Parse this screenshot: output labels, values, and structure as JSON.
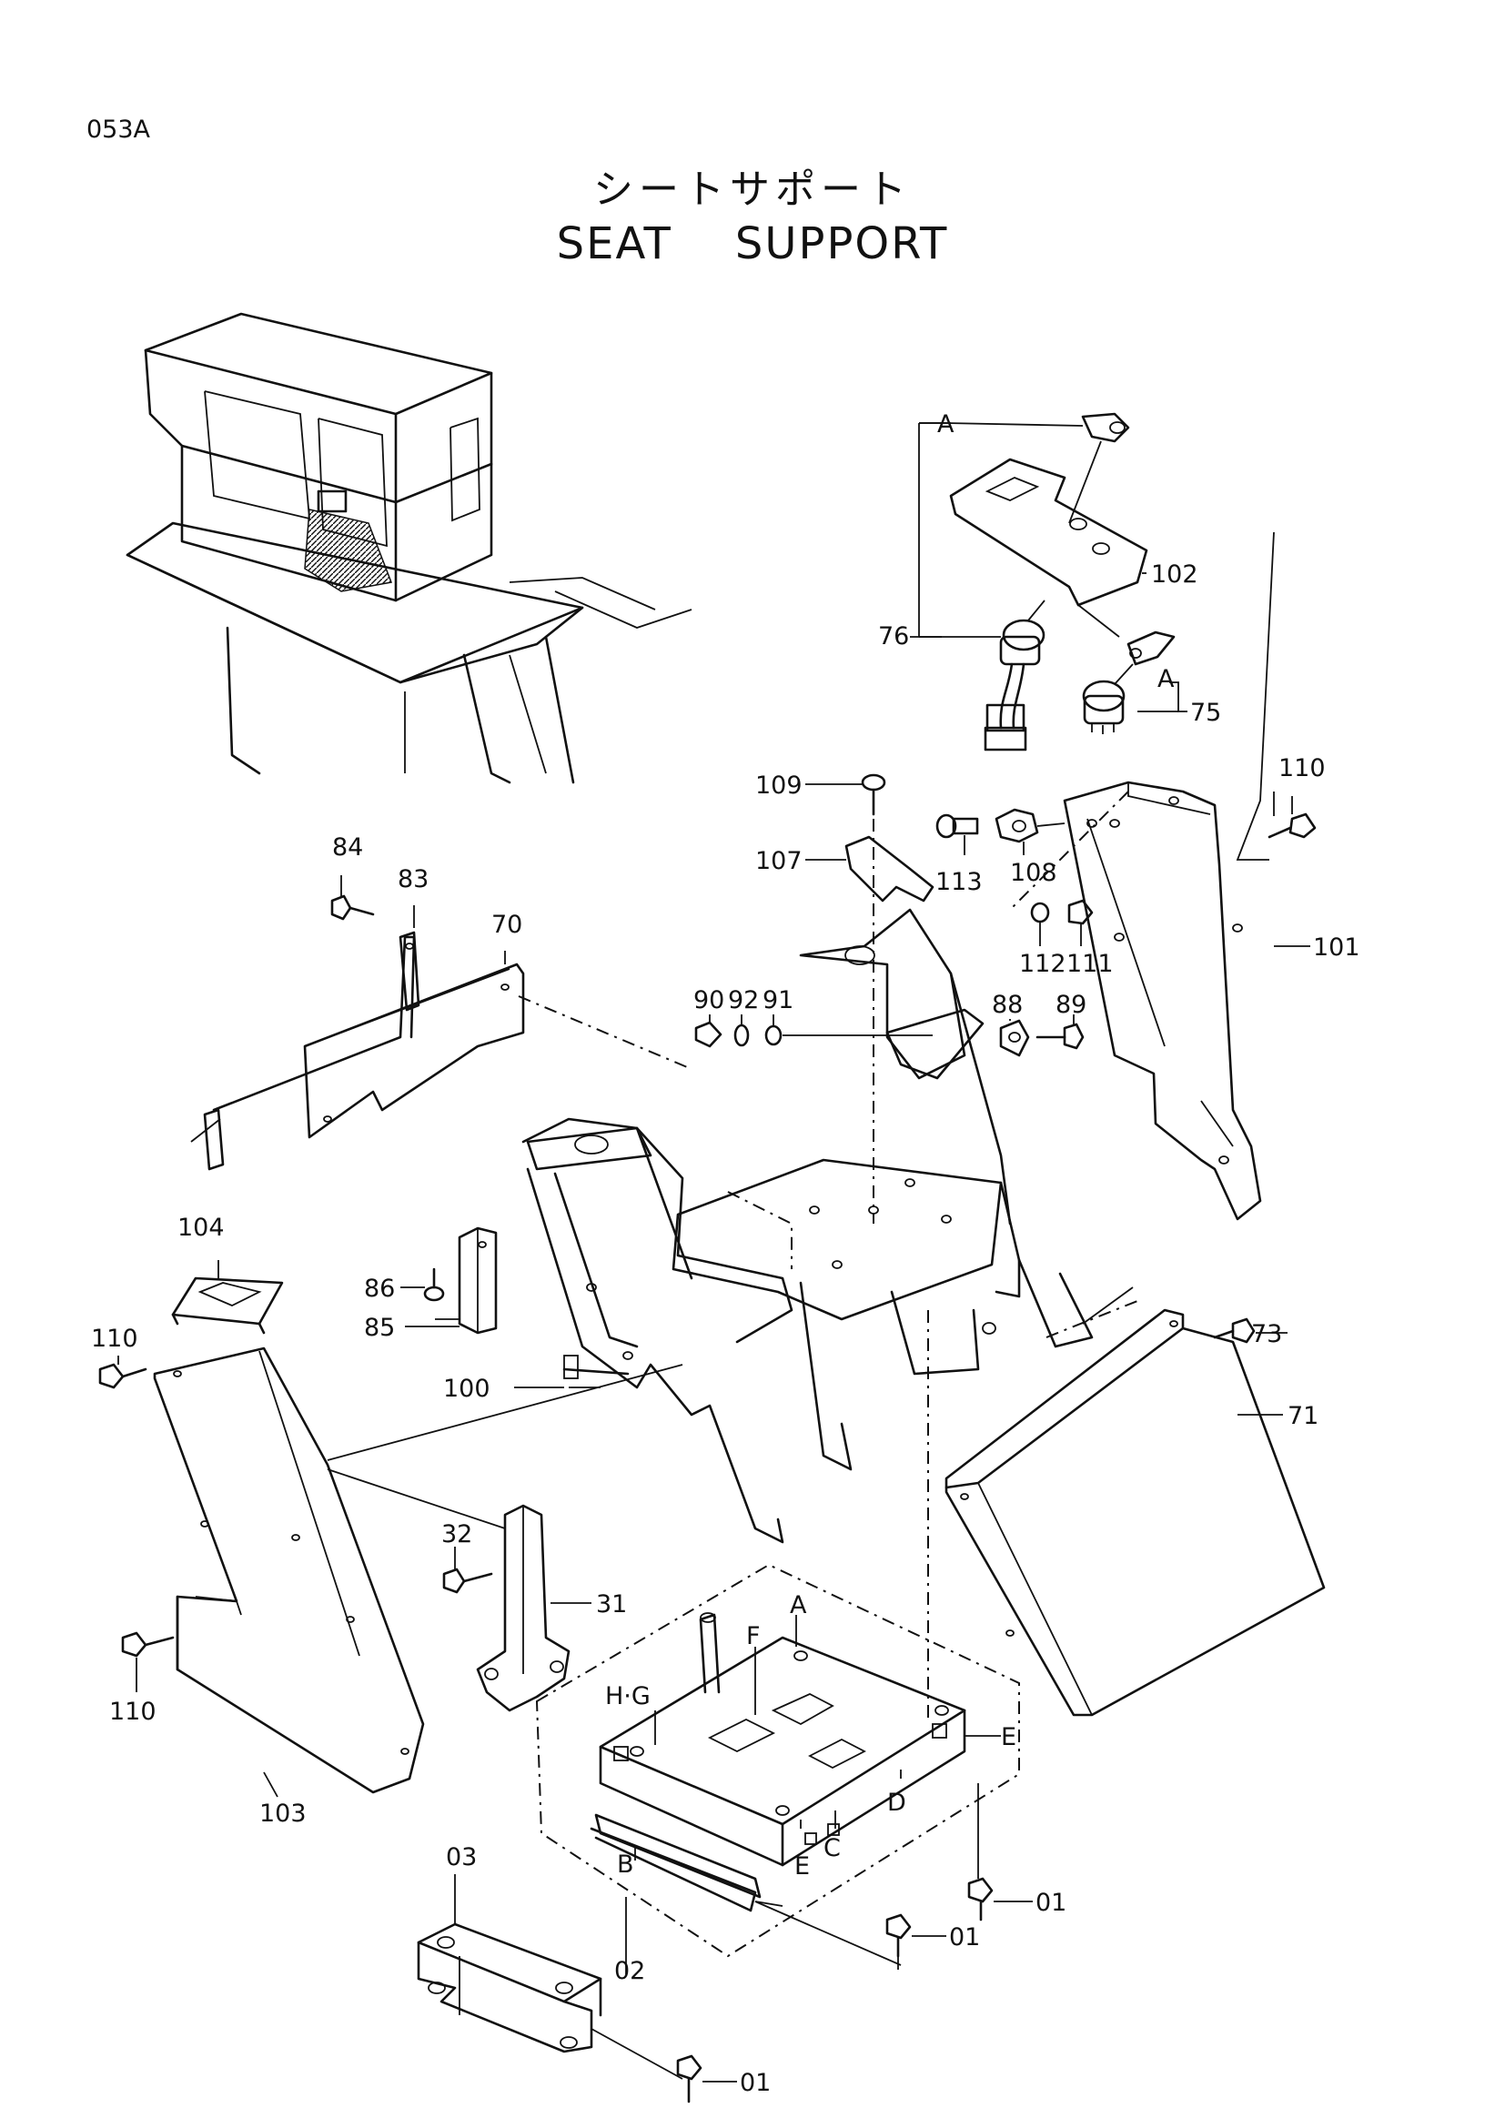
{
  "page": {
    "code": "053A"
  },
  "title": {
    "japanese": "シートサポート",
    "english_1": "SEAT",
    "english_2": "SUPPORT"
  },
  "callouts": {
    "c01a": "01",
    "c01b": "01",
    "c01c": "01",
    "c02": "02",
    "c03": "03",
    "c31": "31",
    "c32": "32",
    "c70": "70",
    "c71": "71",
    "c73": "73",
    "c75": "75",
    "c76": "76",
    "c83": "83",
    "c84": "84",
    "c85": "85",
    "c86": "86",
    "c88": "88",
    "c89": "89",
    "c90": "90",
    "c91": "91",
    "c92": "92",
    "c100": "100",
    "c101": "101",
    "c102": "102",
    "c103": "103",
    "c104": "104",
    "c107": "107",
    "c108": "108",
    "c109": "109",
    "c110a": "110",
    "c110b": "110",
    "c110c": "110",
    "c111": "111",
    "c112": "112",
    "c113": "113"
  },
  "letters": {
    "a_top": "A",
    "a_key": "A",
    "a_seat": "A",
    "b": "B",
    "c": "C",
    "d": "D",
    "e_right": "E",
    "e_bottom": "E",
    "f": "F",
    "hg": "H·G"
  }
}
